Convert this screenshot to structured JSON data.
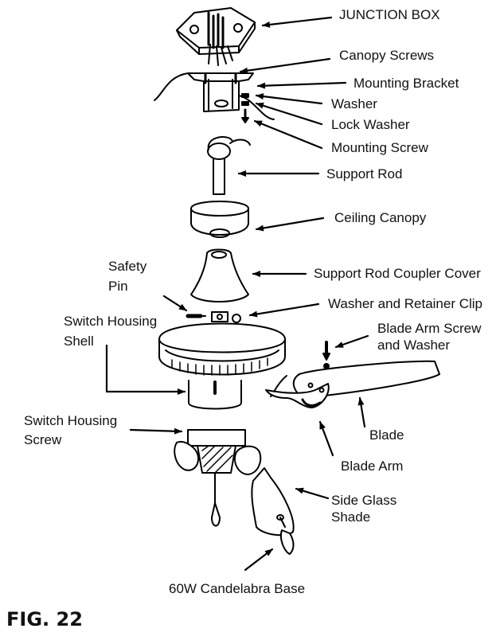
{
  "labels": {
    "junction_box": "JUNCTION BOX",
    "canopy_screws": "Canopy Screws",
    "mounting_bracket": "Mounting Bracket",
    "washer": "Washer",
    "lock_washer": "Lock Washer",
    "mounting_screw": "Mounting Screw",
    "support_rod": "Support Rod",
    "ceiling_canopy": "Ceiling Canopy",
    "safety_pin_1": "Safety",
    "safety_pin_2": "Pin",
    "support_rod_coupler_cover": "Support Rod Coupler Cover",
    "washer_retainer_clip": "Washer and Retainer Clip",
    "switch_housing_shell_1": "Switch Housing",
    "switch_housing_shell_2": "Shell",
    "blade_arm_screw_1": "Blade Arm Screw",
    "blade_arm_screw_2": "and Washer",
    "switch_housing_screw_1": "Switch Housing",
    "switch_housing_screw_2": "Screw",
    "blade": "Blade",
    "blade_arm": "Blade Arm",
    "side_glass_shade_1": "Side Glass",
    "side_glass_shade_2": "Shade",
    "candelabra_base": "60W Candelabra Base"
  },
  "figure_caption": "FIG. 22"
}
